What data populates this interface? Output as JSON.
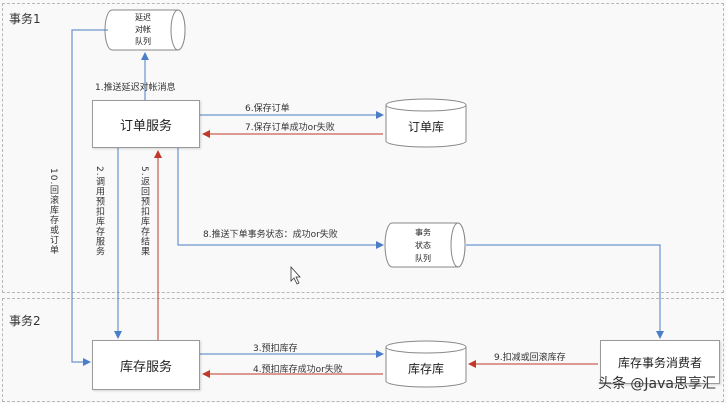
{
  "regions": [
    {
      "id": "tx1",
      "label": "事务1"
    },
    {
      "id": "tx2",
      "label": "事务2"
    }
  ],
  "nodes": {
    "delay_queue": {
      "lines": [
        "延迟",
        "对帐",
        "队列"
      ]
    },
    "order_service": {
      "label": "订单服务"
    },
    "order_db": {
      "label": "订单库"
    },
    "tx_status_queue": {
      "lines": [
        "事务",
        "状态",
        "队列"
      ]
    },
    "inventory_service": {
      "label": "库存服务"
    },
    "inventory_db": {
      "label": "库存库"
    },
    "inventory_consumer": {
      "label": "库存事务消费者"
    }
  },
  "edges": {
    "e1": "1.推送延迟对帐消息",
    "e2": "2.调用预扣库存服务",
    "e3": "3.预扣库存",
    "e4": "4.预扣库存成功or失败",
    "e5": "5.返回预扣库存结果",
    "e6": "6.保存订单",
    "e7": "7.保存订单成功or失败",
    "e8": "8.推送下单事务状态：成功or失败",
    "e9": "9.扣减或回滚库存",
    "e10": "10.回滚库存或订单"
  },
  "colors": {
    "flow": "#4a7fc8",
    "return": "#c0392b"
  },
  "watermark": "头条 @Java思享汇"
}
